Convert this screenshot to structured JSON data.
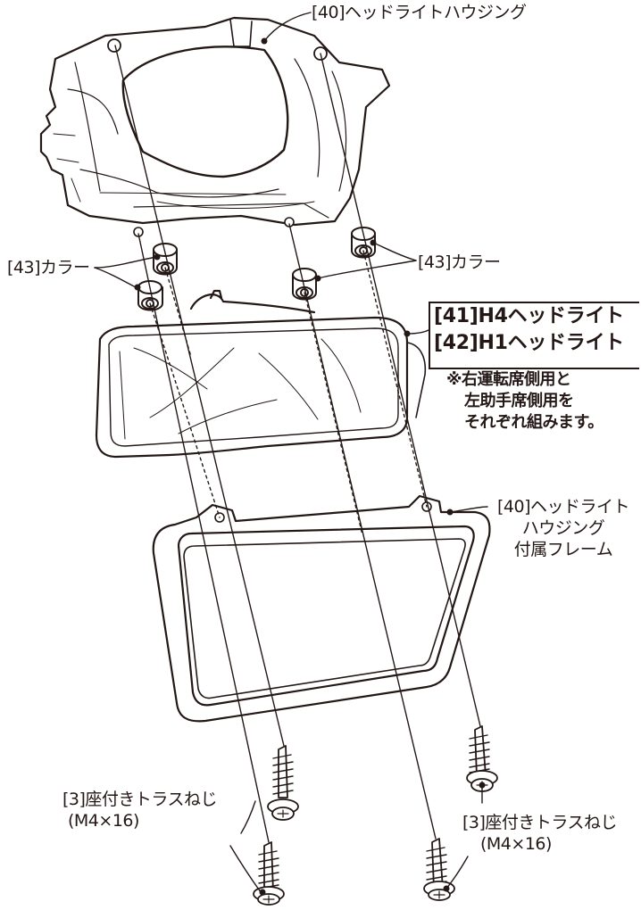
{
  "labels": {
    "housing": "[40]ヘッドライトハウジング",
    "collar_left": "[43]カラー",
    "collar_right": "[43]カラー",
    "headlight_h4": "[41]H4ヘッドライト",
    "headlight_h1": "[42]H1ヘッドライト",
    "note_lines": [
      "※右運転席側用と",
      "左助手席側用を",
      "それぞれ組みます。"
    ],
    "frame_lines": [
      "[40]ヘッドライト",
      "ハウジング",
      "付属フレーム"
    ],
    "screw_left_lines": [
      "[3]座付きトラスねじ",
      "(M4×16)"
    ],
    "screw_right_lines": [
      "[3]座付きトラスねじ",
      "(M4×16)"
    ]
  },
  "colors": {
    "line": "#231815",
    "background": "#ffffff",
    "fill": "#ffffff"
  }
}
